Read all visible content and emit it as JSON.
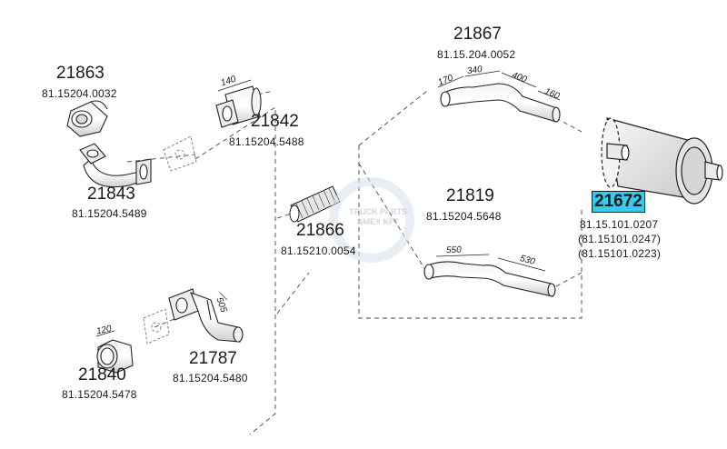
{
  "parts": [
    {
      "id": "21863",
      "pn": "81.15204.0032"
    },
    {
      "id": "21842",
      "pn": "81.15204.5488"
    },
    {
      "id": "21843",
      "pn": "81.15204.5489"
    },
    {
      "id": "21867",
      "pn": "81.15.204.0052"
    },
    {
      "id": "21819",
      "pn": "81.15204.5648"
    },
    {
      "id": "21866",
      "pn": "81.15210.0054"
    },
    {
      "id": "21672",
      "pn": "81.15.101.0207",
      "alt1": "(81.15101.0247)",
      "alt2": "(81.15101.0223)",
      "highlight": "#33ccee"
    },
    {
      "id": "21787",
      "pn": "81.15204.5480"
    },
    {
      "id": "21840",
      "pn": "81.15204.5478"
    }
  ],
  "dimensions": {
    "d140": "140",
    "d170": "170",
    "d340": "340",
    "d400": "400",
    "d160": "160",
    "d550": "550",
    "d530": "530",
    "d505": "505",
    "d120": "120"
  },
  "watermark": {
    "line1": "TRUCK PARTS",
    "line2": "AMEX KFT"
  }
}
